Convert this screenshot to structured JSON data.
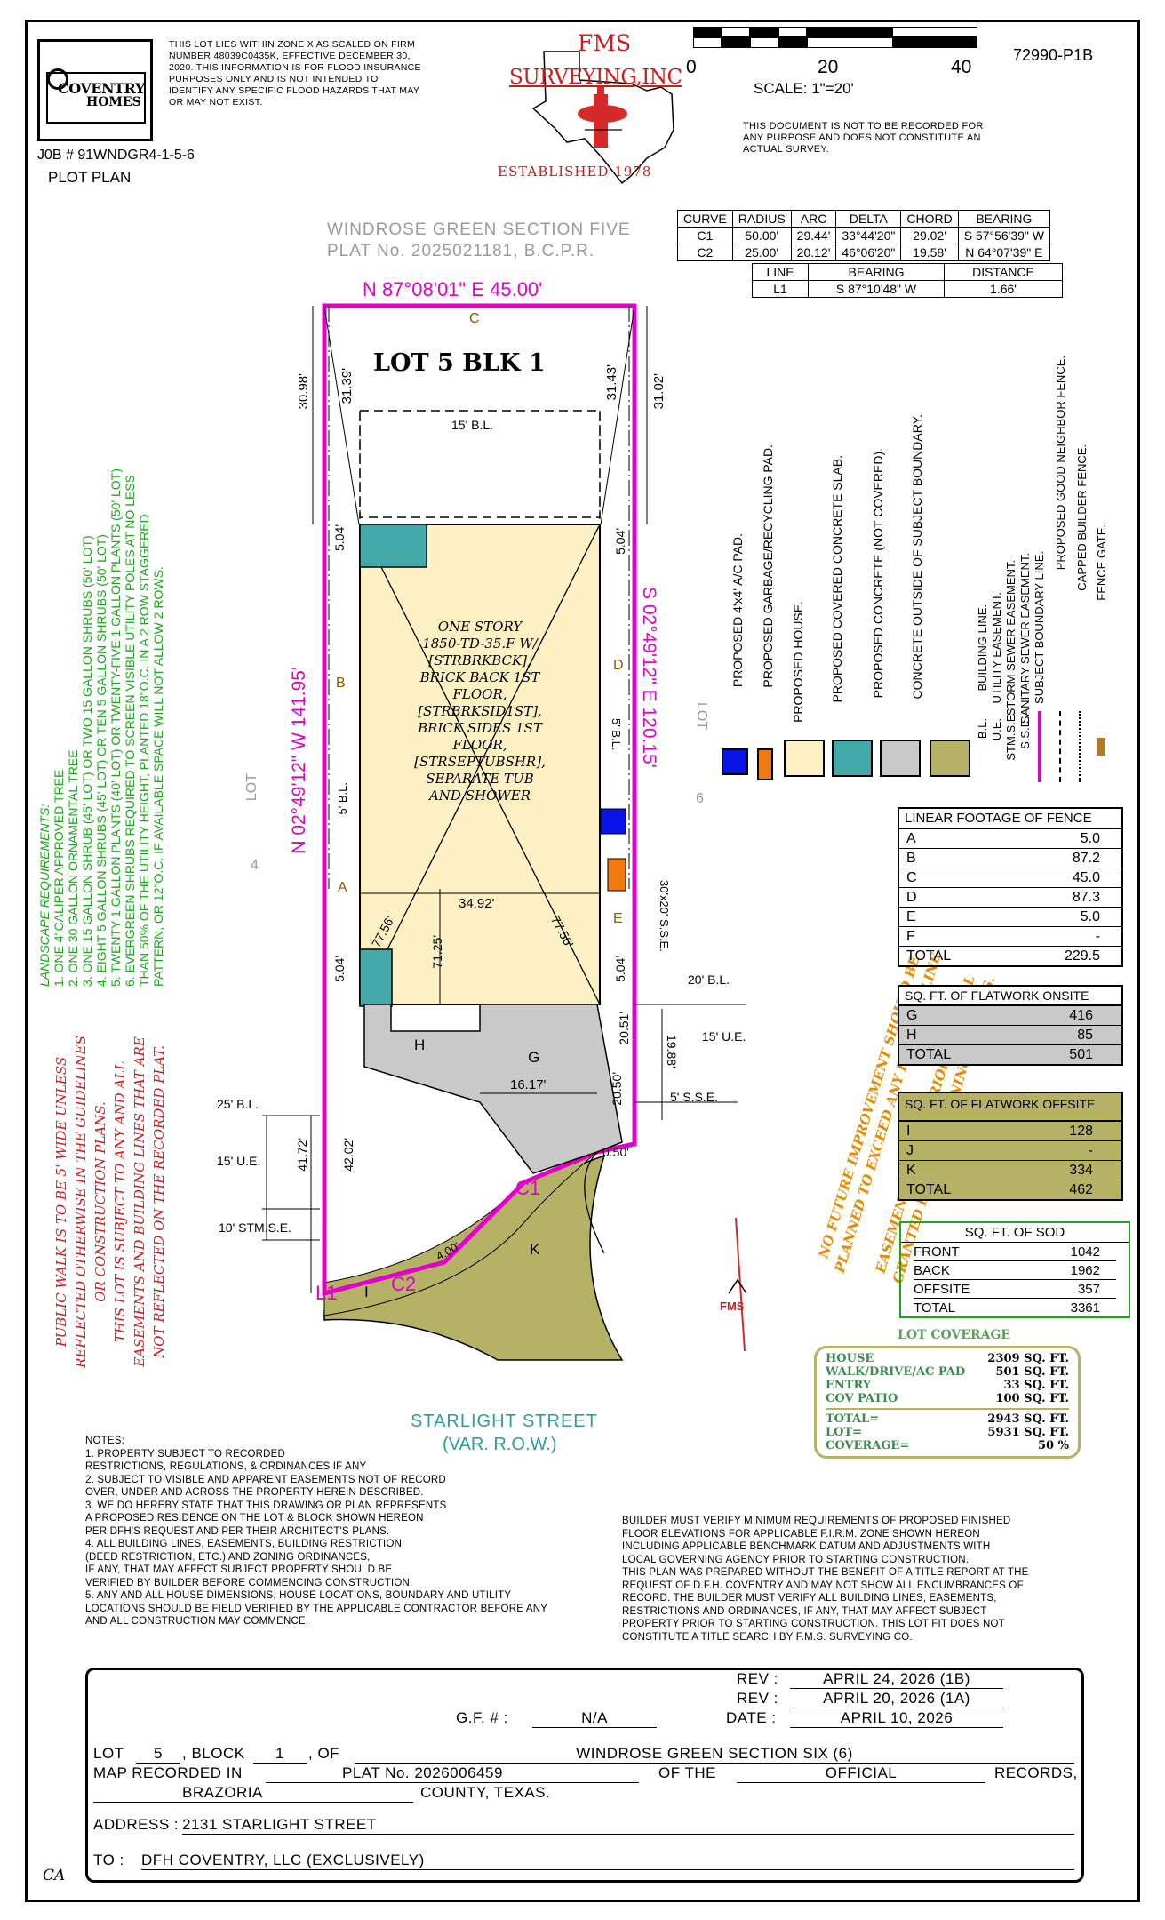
{
  "header": {
    "logo_line1": "COVENTRY",
    "logo_line2": "HOMES",
    "flood_note": "THIS LOT LIES WITHIN ZONE X AS SCALED ON FIRM NUMBER 48039C0435K, EFFECTIVE DECEMBER 30, 2020. THIS INFORMATION IS FOR FLOOD INSURANCE PURPOSES ONLY AND IS NOT INTENDED TO IDENTIFY ANY SPECIFIC FLOOD HAZARDS THAT MAY OR MAY NOT EXIST.",
    "job_number": "J0B # 91WNDGR4-1-5-6",
    "plan_type": "PLOT PLAN",
    "surveyor_line1": "FMS",
    "surveyor_line2": "SURVEYING,INC",
    "established": "ESTABLISHED 1978",
    "scale_ticks": [
      "0",
      "20",
      "40"
    ],
    "scale_text": "SCALE:  1\"=20'",
    "drawing_id": "72990-P1B",
    "disclaimer": "THIS DOCUMENT IS NOT TO BE RECORDED FOR ANY PURPOSE AND DOES NOT CONSTITUTE AN ACTUAL SURVEY."
  },
  "curve_table": {
    "headers": [
      "CURVE",
      "RADIUS",
      "ARC",
      "DELTA",
      "CHORD",
      "BEARING"
    ],
    "rows": [
      [
        "C1",
        "50.00'",
        "29.44'",
        "33°44'20\"",
        "29.02'",
        "S 57°56'39\" W"
      ],
      [
        "C2",
        "25.00'",
        "20.12'",
        "46°06'20\"",
        "19.58'",
        "N 64°07'39\" E"
      ]
    ]
  },
  "line_table": {
    "headers": [
      "LINE",
      "BEARING",
      "DISTANCE"
    ],
    "rows": [
      [
        "L1",
        "S 87°10'48\" W",
        "1.66'"
      ]
    ]
  },
  "plat": {
    "north_label_1": "WINDROSE GREEN SECTION FIVE",
    "north_label_2": "PLAT No. 2025021181, B.C.P.R.",
    "north_bearing": "N 87°08'01\" E  45.00'",
    "lot_title": "LOT  5  BLK  1",
    "west_bearing": "N 02°49'12\" W  141.95'",
    "east_bearing": "S 02°49'12\" E  120.15'",
    "lot4": "LOT",
    "lot4_num": "4",
    "lot6": "LOT",
    "lot6_num": "6",
    "house_text": [
      "ONE STORY",
      "1850-TD-35.F W/",
      "[STRBRKBCK],",
      "BRICK BACK 1ST",
      "FLOOR,",
      "[STRBRKSID1ST],",
      "BRICK SIDES 1ST",
      "FLOOR,",
      "[STRSEPTUBSHR],",
      "SEPARATE TUB",
      "AND SHOWER"
    ],
    "dims": {
      "d3098": "30.98'",
      "d3139": "31.39'",
      "d3143": "31.43'",
      "d3102": "31.02'",
      "bl15": "15' B.L.",
      "d504a": "5.04'",
      "d504b": "5.04'",
      "d504c": "5.04'",
      "d504d": "5.04'",
      "bl5a": "5' B.L.",
      "bl5b": "5' B.L.",
      "d3492": "34.92'",
      "d7125": "71.25'",
      "d7756a": "77.56'",
      "d7756b": "77.56'",
      "sse30": "30'x20' S.S.E.",
      "bl20": "20' B.L.",
      "ue15a": "15' U.E.",
      "d2051": "20.51'",
      "d1988": "19.88'",
      "d1617": "16.17'",
      "d2050": "20.50'",
      "sse5": "5' S.S.E.",
      "bl25": "25' B.L.",
      "ue15b": "15' U.E.",
      "d4172": "41.72'",
      "d4202": "42.02'",
      "stm10": "10' STM.S.E.",
      "d050": "0.50'",
      "d400": "4.00'"
    },
    "letters": {
      "A": "A",
      "B": "B",
      "C": "C",
      "D": "D",
      "E": "E",
      "G": "G",
      "H": "H",
      "I": "I",
      "K": "K"
    },
    "curve_labels": {
      "C1": "C1",
      "C2": "C2",
      "L1": "L1"
    },
    "street_1": "STARLIGHT STREET",
    "street_2": "(VAR. R.O.W.)",
    "fms_mark": "FMS"
  },
  "landscape": {
    "title": "LANDSCAPE REQUIREMENTS:",
    "items": [
      "1.  ONE 4\"CALIPER APPROVED TREE",
      "2.  ONE 30 GALLON ORNAMENTAL TREE",
      "3.  ONE 15 GALLON SHRUB (45' LOT) OR TWO 15 GALLON SHRUBS (50' LOT)",
      "4.  EIGHT 5 GALLON SHRUBS (45' LOT) OR TEN 5 GALLON SHRUBS (50' LOT)",
      "5.  TWENTY 1 GALLON PLANTS (40' LOT) OR TWENTY-FIVE 1 GALLON PLANTS (50' LOT)",
      "6.  EVERGREEN SHRUBS REQUIRED TO SCREEN VISIBLE UTILITY POLES AT NO LESS",
      "     THAN 50% OF THE UTILITY HEIGHT, PLANTED 18\"O.C. IN A 2 ROW STAGGERED",
      "     PATTERN, OR 12\"O.C. IF AVAILABLE SPACE WILL NOT ALLOW 2 ROWS."
    ]
  },
  "walk_note": [
    "PUBLIC WALK IS TO BE 5' WIDE UNLESS",
    "REFLECTED OTHERWISE IN THE GUIDELINES",
    "OR CONSTRUCTION PLANS.",
    "THIS LOT IS SUBJECT TO ANY AND ALL",
    "EASEMENTS AND BUILDING LINES THAT ARE",
    "NOT REFLECTED ON THE RECORDED PLAT."
  ],
  "future_note": [
    "NO FUTURE IMPROVEMENT SHOULD BE",
    "PLANNED TO EXCEED ANY BUILDING LINE OR",
    "EASEMENT WITHOUT PRIOR APPROVAL",
    "GRANTED BY ALL GOVERNING ENTITIES."
  ],
  "legend": {
    "items": [
      {
        "label": "PROPOSED 4'x4' A/C PAD.",
        "color": "#0a14e6"
      },
      {
        "label": "PROPOSED GARBAGE/RECYCLING PAD.",
        "color": "#f07c10"
      },
      {
        "label": "PROPOSED HOUSE.",
        "color": "#fdf1c4"
      },
      {
        "label": "PROPOSED COVERED CONCRETE SLAB.",
        "color": "#43a9a9"
      },
      {
        "label": "PROPOSED CONCRETE (NOT COVERED).",
        "color": "#c9c9c9"
      },
      {
        "label": "CONCRETE OUTSIDE OF SUBJECT BOUNDARY.",
        "color": "#b5b265"
      }
    ],
    "abbrev": [
      {
        "code": "B.L.",
        "text": "BUILDING LINE."
      },
      {
        "code": "U.E.",
        "text": "UTILITY EASEMENT."
      },
      {
        "code": "STM.S.E.",
        "text": "STORM SEWER EASEMENT."
      },
      {
        "code": "S.S.E.",
        "text": "SANITARY SEWER EASEMENT."
      }
    ],
    "lines": [
      "SUBJECT BOUNDARY LINE.",
      "PROPOSED GOOD NEIGHBOR FENCE.",
      "CAPPED BUILDER FENCE.",
      "FENCE GATE."
    ]
  },
  "fence": {
    "title": "LINEAR FOOTAGE OF FENCE",
    "rows": [
      [
        "A",
        "5.0"
      ],
      [
        "B",
        "87.2"
      ],
      [
        "C",
        "45.0"
      ],
      [
        "D",
        "87.3"
      ],
      [
        "E",
        "5.0"
      ],
      [
        "F",
        "-"
      ]
    ],
    "total_label": "TOTAL",
    "total": "229.5"
  },
  "flat_onsite": {
    "title": "SQ. FT. OF FLATWORK ONSITE",
    "rows": [
      [
        "G",
        "416"
      ],
      [
        "H",
        "85"
      ]
    ],
    "total_label": "TOTAL",
    "total": "501"
  },
  "flat_offsite": {
    "title": "SQ. FT. OF FLATWORK OFFSITE",
    "rows": [
      [
        "I",
        "128"
      ],
      [
        "J",
        "-"
      ],
      [
        "K",
        "334"
      ]
    ],
    "total_label": "TOTAL",
    "total": "462"
  },
  "sod": {
    "title": "SQ. FT. OF SOD",
    "rows": [
      [
        "FRONT",
        "1042"
      ],
      [
        "BACK",
        "1962"
      ],
      [
        "OFFSITE",
        "357"
      ]
    ],
    "total_label": "TOTAL",
    "total": "3361"
  },
  "coverage": {
    "title": "LOT COVERAGE",
    "rows": [
      [
        "HOUSE",
        "2309 SQ. FT."
      ],
      [
        "WALK/DRIVE/AC PAD",
        "501 SQ. FT."
      ],
      [
        "ENTRY",
        "33 SQ. FT."
      ],
      [
        "COV PATIO",
        "100 SQ. FT."
      ]
    ],
    "totals": [
      [
        "TOTAL=",
        "2943 SQ. FT."
      ],
      [
        "LOT=",
        "5931 SQ. FT."
      ],
      [
        "COVERAGE=",
        "50 %"
      ]
    ]
  },
  "notes": {
    "title": "NOTES:",
    "lines": [
      "1. PROPERTY SUBJECT TO RECORDED",
      "RESTRICTIONS, REGULATIONS, & ORDINANCES IF ANY",
      "2. SUBJECT TO VISIBLE AND APPARENT EASEMENTS NOT OF RECORD",
      "OVER, UNDER AND ACROSS THE PROPERTY HEREIN DESCRIBED.",
      "3. WE DO HEREBY STATE THAT THIS DRAWING OR PLAN REPRESENTS",
      "A PROPOSED RESIDENCE ON THE LOT & BLOCK SHOWN HEREON",
      "PER DFH'S REQUEST AND PER THEIR ARCHITECT'S PLANS.",
      "4. ALL BUILDING LINES, EASEMENTS, BUILDING RESTRICTION",
      "(DEED RESTRICTION, ETC.) AND ZONING ORDINANCES,",
      "IF ANY, THAT MAY AFFECT SUBJECT PROPERTY SHOULD BE",
      "VERIFIED BY BUILDER BEFORE COMMENCING CONSTRUCTION.",
      "5. ANY AND ALL HOUSE DIMENSIONS, HOUSE LOCATIONS, BOUNDARY AND UTILITY",
      "LOCATIONS SHOULD BE FIELD VERIFIED BY THE APPLICABLE CONTRACTOR BEFORE ANY",
      "AND ALL CONSTRUCTION MAY COMMENCE."
    ]
  },
  "builder_note": [
    "BUILDER MUST VERIFY MINIMUM REQUIREMENTS OF PROPOSED FINISHED",
    "FLOOR ELEVATIONS FOR APPLICABLE F.I.R.M. ZONE SHOWN HEREON",
    "INCLUDING APPLICABLE BENCHMARK DATUM AND ADJUSTMENTS WITH",
    "LOCAL GOVERNING AGENCY PRIOR TO STARTING CONSTRUCTION.",
    "THIS PLAN WAS PREPARED WITHOUT THE BENEFIT OF A TITLE REPORT AT THE",
    "REQUEST OF D.F.H. COVENTRY AND MAY NOT SHOW ALL ENCUMBRANCES OF",
    "RECORD. THE BUILDER MUST VERIFY ALL BUILDING LINES, EASEMENTS,",
    "RESTRICTIONS AND ORDINANCES, IF ANY, THAT MAY AFFECT SUBJECT",
    "PROPERTY PRIOR TO STARTING CONSTRUCTION. THIS LOT FIT DOES NOT",
    "CONSTITUTE A TITLE SEARCH BY F.M.S. SURVEYING CO."
  ],
  "title_block": {
    "rev_label": "REV :",
    "rev1": "APRIL 24, 2026  (1B)",
    "rev2": "APRIL 20, 2026  (1A)",
    "date_label": "DATE :",
    "date": "APRIL 10, 2026",
    "gf_label": "G.F. # :",
    "gf": "N/A",
    "lot_label": "LOT",
    "lot": "5",
    "block_label": ", BLOCK",
    "block": "1",
    "of_label": ", OF",
    "subdivision": "WINDROSE GREEN SECTION SIX (6)",
    "map_label": "MAP  RECORDED  IN",
    "plat": "PLAT No. 2026006459",
    "of_the": "OF  THE",
    "official": "OFFICIAL",
    "records": "RECORDS,",
    "county": "BRAZORIA",
    "county_label": "COUNTY, TEXAS.",
    "address_label": "ADDRESS :",
    "address": "2131  STARLIGHT  STREET",
    "to_label": "TO :",
    "to": "DFH  COVENTRY,  LLC     (EXCLUSIVELY)"
  },
  "initials": "CA"
}
